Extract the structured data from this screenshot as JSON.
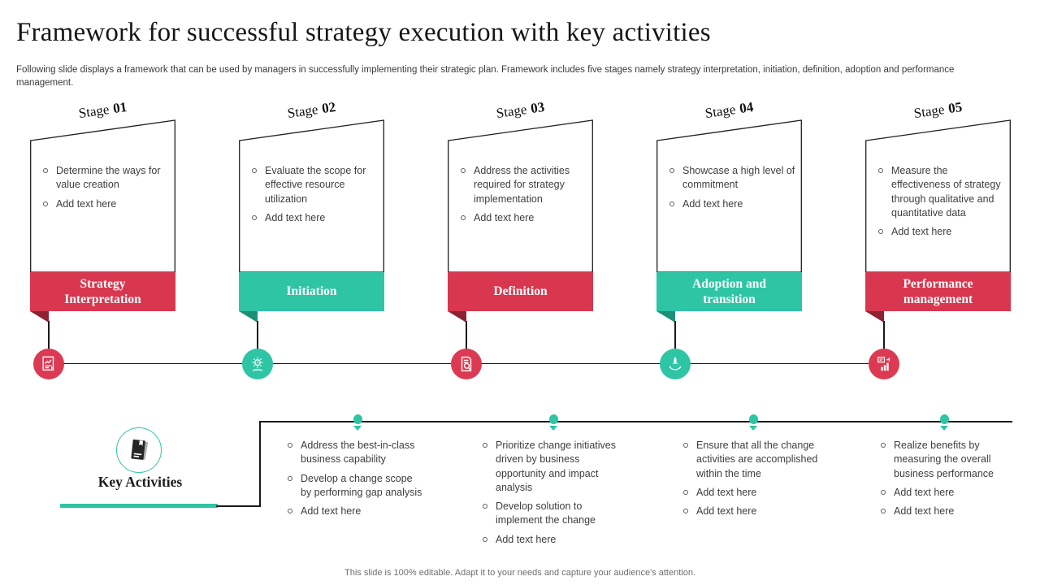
{
  "slide": {
    "title": "Framework for successful strategy execution with key activities",
    "subtitle": "Following slide displays a framework that can be used by managers in successfully implementing their strategic plan. Framework includes five stages namely strategy interpretation, initiation, definition, adoption and performance management.",
    "footer": "This slide is 100% editable. Adapt it to your needs and capture your audience's attention."
  },
  "colors": {
    "red": "#D8374F",
    "red_dark": "#8E2132",
    "teal": "#2EC5A5",
    "teal_dark": "#1C8F77",
    "line": "#1a1a1a"
  },
  "stages": [
    {
      "label": "Stage",
      "number": "01",
      "banner": "Strategy Interpretation",
      "theme": "red",
      "icon": "report-chart-icon",
      "bullets": [
        "Determine the ways for value creation",
        "Add text here"
      ]
    },
    {
      "label": "Stage",
      "number": "02",
      "banner": "Initiation",
      "theme": "teal",
      "icon": "gear-head-icon",
      "bullets": [
        "Evaluate the scope for effective resource utilization",
        "Add text here"
      ]
    },
    {
      "label": "Stage",
      "number": "03",
      "banner": "Definition",
      "theme": "red",
      "icon": "document-search-icon",
      "bullets": [
        "Address the activities required for strategy implementation",
        "Add text here"
      ]
    },
    {
      "label": "Stage",
      "number": "04",
      "banner": "Adoption and transition",
      "theme": "teal",
      "icon": "rocket-hands-icon",
      "bullets": [
        "Showcase a high level of commitment",
        "Add text here"
      ]
    },
    {
      "label": "Stage",
      "number": "05",
      "banner": "Performance management",
      "theme": "red",
      "icon": "growth-bars-icon",
      "bullets": [
        "Measure the effectiveness of strategy through qualitative and quantitative data",
        "Add text here"
      ]
    }
  ],
  "key_activities": {
    "label": "Key Activities",
    "icon": "notebook-icon",
    "columns": [
      {
        "bullets": [
          "Address the best-in-class business capability",
          "Develop a change scope by performing gap analysis",
          "Add text here"
        ]
      },
      {
        "bullets": [
          "Prioritize change initiatives driven by business opportunity and impact analysis",
          "Develop solution to implement the change",
          "Add text here"
        ]
      },
      {
        "bullets": [
          "Ensure that all the change activities are accomplished within the time",
          "Add text here",
          "Add text here"
        ]
      },
      {
        "bullets": [
          "Realize benefits by measuring the overall business performance",
          "Add text here",
          "Add text here"
        ]
      }
    ]
  }
}
